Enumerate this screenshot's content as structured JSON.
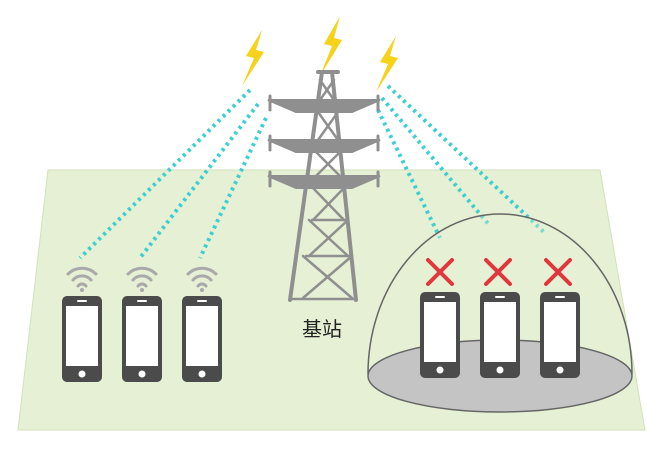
{
  "labels": {
    "base_station": "基站"
  },
  "colors": {
    "ground": "#e6f0d4",
    "ground_edge": "#d2e2b8",
    "signal_beam": "#3ecfd0",
    "lightning": "#f7d21a",
    "tower": "#8f8f8f",
    "phone": "#4b4b4b",
    "wifi": "#a9a9a9",
    "blocked_mark": "#e0373c",
    "shield_floor": "#c4c4c4",
    "shield_outline": "#666666"
  },
  "icons": {
    "lightning": "lightning-bolt-icon",
    "wifi": "wifi-signal-icon",
    "blocked": "cross-icon",
    "phone": "smartphone-icon",
    "tower": "transmission-tower-icon"
  },
  "phones": {
    "connected_count": 3,
    "blocked_count": 3
  }
}
